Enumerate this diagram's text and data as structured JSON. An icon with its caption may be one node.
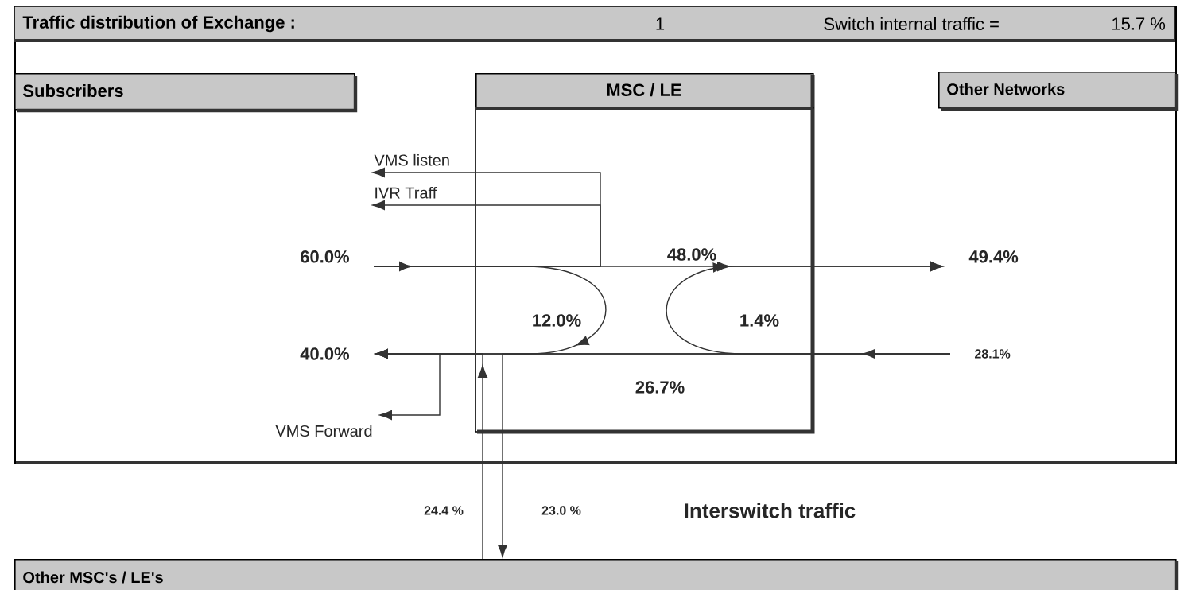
{
  "diagram": {
    "nodes": [
      {
        "text": [
          "Traffic distribution of Exchange :",
          "1",
          "Switch internal traffic =",
          "15.7 %"
        ]
      },
      {
        "text": [
          "Subscribers"
        ],
        "in": 0
      },
      {
        "text": [
          "MSC / LE"
        ],
        "in": 0
      },
      {
        "text": [
          "Other Networks"
        ],
        "in": 0
      },
      {
        "text": [
          "Other MSC's / LE's"
        ]
      },
      {
        "text": [
          "VMS listen"
        ],
        "in": 0
      },
      {
        "text": [
          "IVR Traff"
        ],
        "in": 0
      },
      {
        "text": [
          "60.0%"
        ],
        "in": 0
      },
      {
        "text": [
          "49.4%"
        ],
        "in": 0
      },
      {
        "text": [
          "40.0%"
        ],
        "in": 0
      },
      {
        "text": [
          "28.1%"
        ],
        "in": 0
      },
      {
        "text": [
          "VMS Forward"
        ],
        "in": 0
      }
    ],
    "edges": [
      {
        "from": 7,
        "to": 8,
        "arrow": "to",
        "label": "48.0%"
      },
      {
        "from": 7,
        "to": 9,
        "arrow": "to",
        "label": "12.0%"
      },
      {
        "from": 10,
        "to": 8,
        "arrow": "to",
        "label": "1.4%"
      },
      {
        "from": 10,
        "to": 9,
        "arrow": "to",
        "label": "26.7%"
      },
      {
        "from": 7,
        "to": 5,
        "arrow": "to"
      },
      {
        "from": 7,
        "to": 6,
        "arrow": "to"
      },
      {
        "from": null,
        "to": 11,
        "arrow": "to"
      },
      {
        "from": 4,
        "to": 9,
        "arrow": "to",
        "label": "24.4 %"
      },
      {
        "from": 10,
        "to": 4,
        "arrow": "to",
        "label": "23.0 %"
      }
    ],
    "labels": [
      "Interswitch traffic"
    ]
  }
}
